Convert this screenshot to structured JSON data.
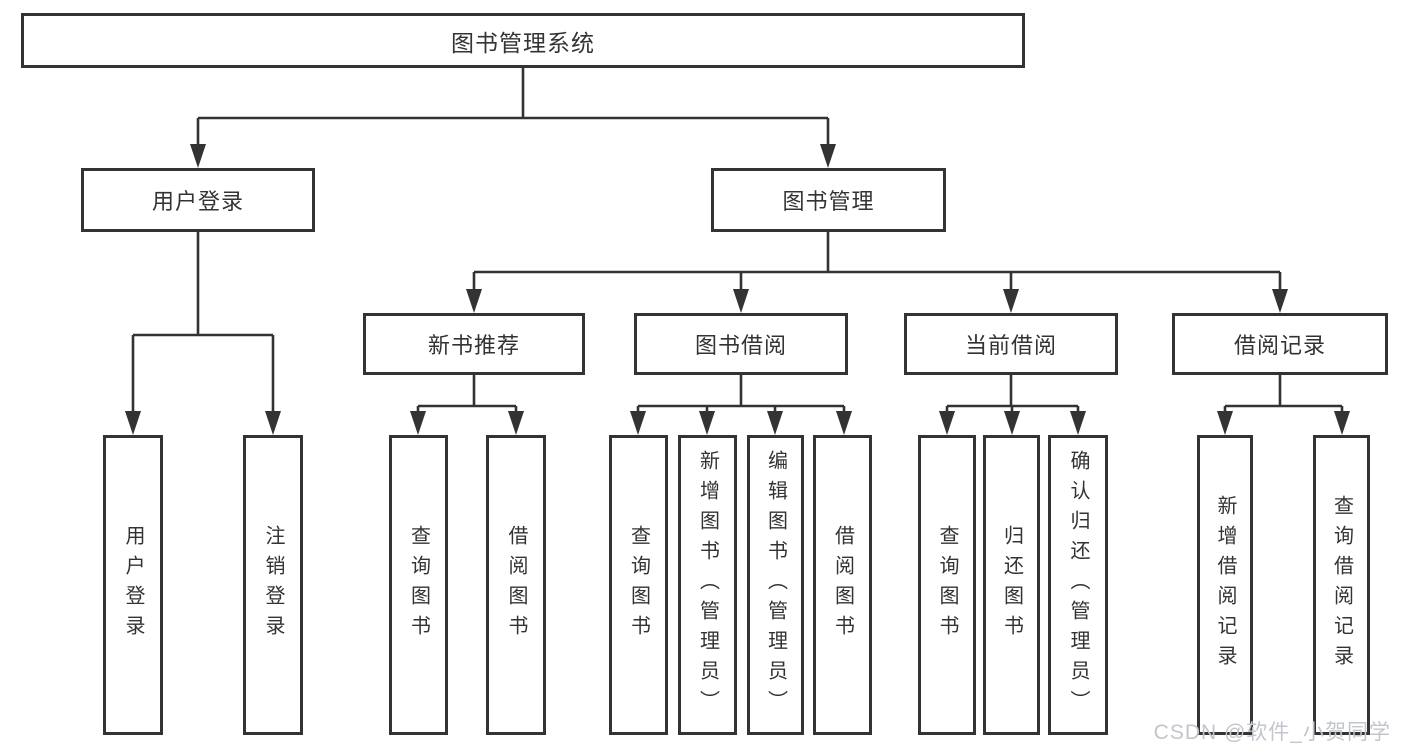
{
  "colors": {
    "background": "#ffffff",
    "box_border": "#333333",
    "connector_line": "#333333",
    "text": "#333333",
    "watermark": "#c2c6cc"
  },
  "tree": {
    "root": {
      "label": "图书管理系统"
    },
    "branches": [
      {
        "label": "用户登录",
        "leaves": [
          {
            "label": "用户登录"
          },
          {
            "label": "注销登录"
          }
        ]
      },
      {
        "label": "图书管理",
        "sections": [
          {
            "label": "新书推荐",
            "leaves": [
              {
                "label": "查询图书"
              },
              {
                "label": "借阅图书"
              }
            ]
          },
          {
            "label": "图书借阅",
            "leaves": [
              {
                "label": "查询图书"
              },
              {
                "label": "新增图书（管理员）"
              },
              {
                "label": "编辑图书（管理员）"
              },
              {
                "label": "借阅图书"
              }
            ]
          },
          {
            "label": "当前借阅",
            "leaves": [
              {
                "label": "查询图书"
              },
              {
                "label": "归还图书"
              },
              {
                "label": "确认归还（管理员）"
              }
            ]
          },
          {
            "label": "借阅记录",
            "leaves": [
              {
                "label": "新增借阅记录"
              },
              {
                "label": "查询借阅记录"
              }
            ]
          }
        ]
      }
    ]
  },
  "watermark": {
    "text": "CSDN @软件_小贺同学"
  }
}
